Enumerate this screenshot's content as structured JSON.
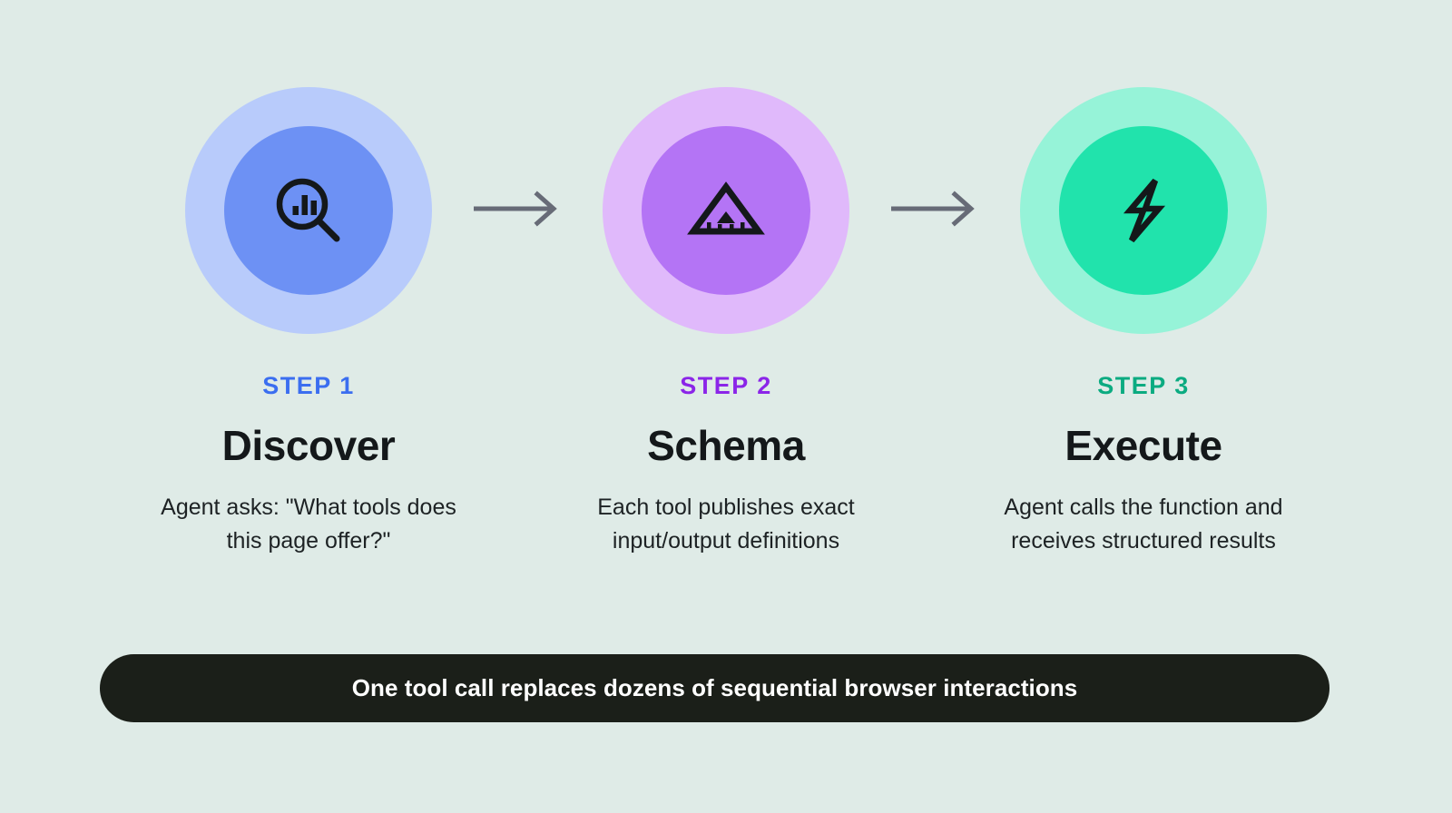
{
  "page": {
    "background_color": "#dfebe7",
    "title": "Agent tool-calling three step flow"
  },
  "steps": [
    {
      "label": "STEP 1",
      "label_color": "#3b6ef0",
      "title": "Discover",
      "description": "Agent asks: \"What tools does this page offer?\"",
      "icon": "magnifier-bar-chart-icon",
      "halo_color": "#b8cbfb",
      "circle_color": "#6d91f4",
      "icon_color": "#14181a"
    },
    {
      "label": "STEP 2",
      "label_color": "#8b25e8",
      "title": "Schema",
      "description": "Each tool publishes exact input/output definitions",
      "icon": "triangle-ruler-icon",
      "halo_color": "#e0b9fb",
      "circle_color": "#b474f5",
      "icon_color": "#14181a"
    },
    {
      "label": "STEP 3",
      "label_color": "#0bab81",
      "title": "Execute",
      "description": "Agent calls the function and receives structured results",
      "icon": "lightning-bolt-icon",
      "halo_color": "#96f3d8",
      "circle_color": "#21e3ac",
      "icon_color": "#14181a"
    }
  ],
  "connectors": [
    {
      "icon": "arrow-right-icon",
      "color": "#676b77"
    },
    {
      "icon": "arrow-right-icon",
      "color": "#676b77"
    }
  ],
  "banner": {
    "text": "One tool call replaces dozens of sequential browser interactions",
    "background_color": "#1b1f19",
    "text_color": "#ffffff"
  }
}
